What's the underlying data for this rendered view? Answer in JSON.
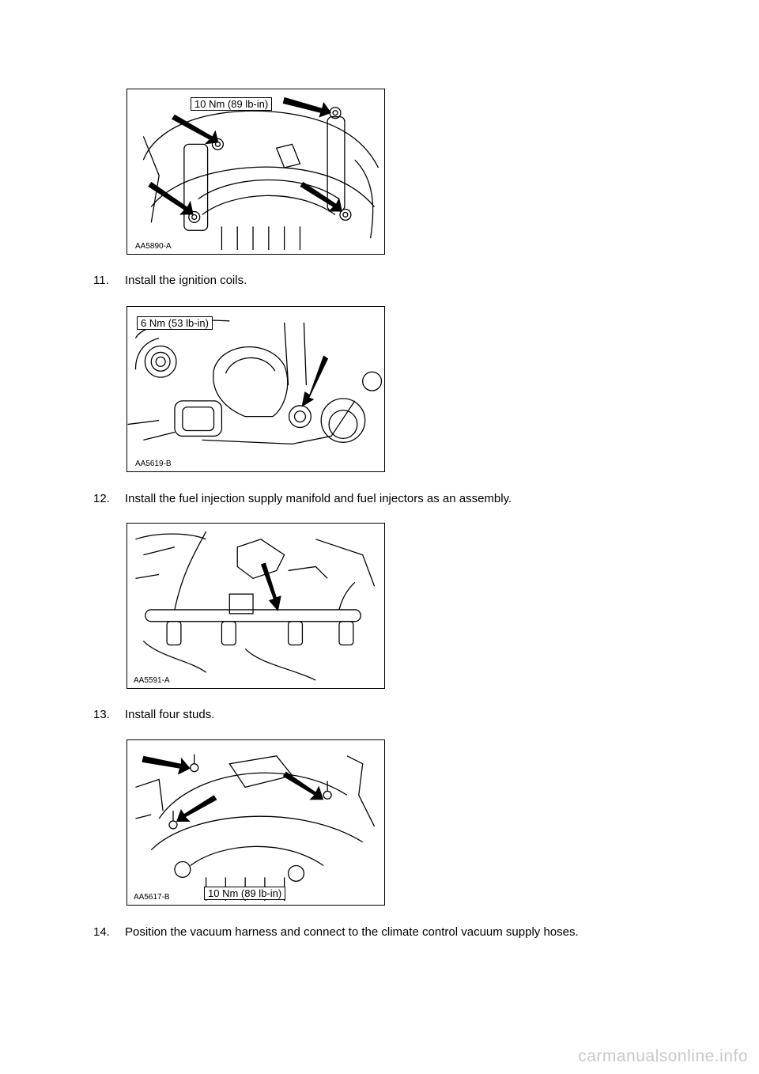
{
  "figures": [
    {
      "torque": "10 Nm (89 lb-in)",
      "code": "AA5890-A"
    },
    {
      "torque": "6 Nm (53 lb-in)",
      "code": "AA5619-B"
    },
    {
      "torque": "",
      "code": "AA5591-A"
    },
    {
      "torque": "10 Nm (89 lb-in)",
      "code": "AA5617-B"
    }
  ],
  "steps": [
    {
      "number": "11.",
      "text": "Install the ignition coils."
    },
    {
      "number": "12.",
      "text": "Install the fuel injection supply manifold and fuel injectors as an assembly."
    },
    {
      "number": "13.",
      "text": "Install four studs."
    },
    {
      "number": "14.",
      "text": "Position the vacuum harness and connect to the climate control vacuum supply hoses."
    }
  ],
  "watermark": "carmanualsonline.info"
}
